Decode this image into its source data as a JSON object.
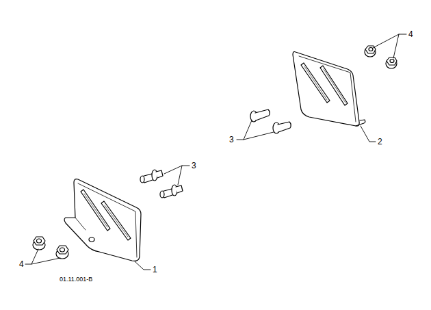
{
  "diagram": {
    "labels": [
      "4",
      "3",
      "2",
      "3",
      "4",
      "1",
      "01.11.001-B"
    ]
  }
}
